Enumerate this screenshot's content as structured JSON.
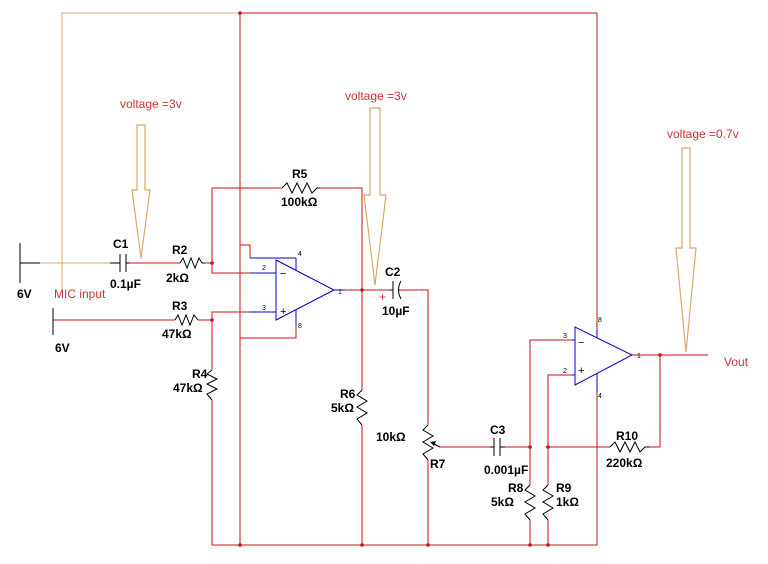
{
  "components": {
    "C1": {
      "ref": "C1",
      "value": "0.1µF"
    },
    "C2": {
      "ref": "C2",
      "value": "10µF"
    },
    "C3": {
      "ref": "C3",
      "value": "0.001µF"
    },
    "R2": {
      "ref": "R2",
      "value": "2kΩ"
    },
    "R3": {
      "ref": "R3",
      "value": "47kΩ"
    },
    "R4": {
      "ref": "R4",
      "value": "47kΩ"
    },
    "R5": {
      "ref": "R5",
      "value": "100kΩ"
    },
    "R6": {
      "ref": "R6",
      "value": "5kΩ"
    },
    "R7": {
      "ref": "R7",
      "value": "10kΩ"
    },
    "R8": {
      "ref": "R8",
      "value": "5kΩ"
    },
    "R9": {
      "ref": "R9",
      "value": "1kΩ"
    },
    "R10": {
      "ref": "R10",
      "value": "220kΩ"
    }
  },
  "sources": {
    "left_top": "6V",
    "left_bottom": "6V"
  },
  "labels": {
    "mic_input": "MIC input",
    "vout": "Vout"
  },
  "annotations": {
    "v1": "voltage =3v",
    "v2": "voltage =3v",
    "v3": "voltage =0.7v"
  },
  "opamp1": {
    "minus": "−",
    "plus": "+",
    "pin2": "2",
    "pin3": "3",
    "pin4": "4",
    "pin8": "8",
    "pin1": "1"
  },
  "opamp2": {
    "minus": "−",
    "plus": "+",
    "pin3": "3",
    "pin2": "2",
    "pin8": "8",
    "pin4": "4",
    "pin1": "1"
  },
  "polarity": {
    "c2_plus": "+"
  },
  "colors": {
    "wire": "#cc1111",
    "annotation_wire": "#d9a86a",
    "annotation_text": "#cc3333",
    "opamp_outline": "#0000cc"
  }
}
